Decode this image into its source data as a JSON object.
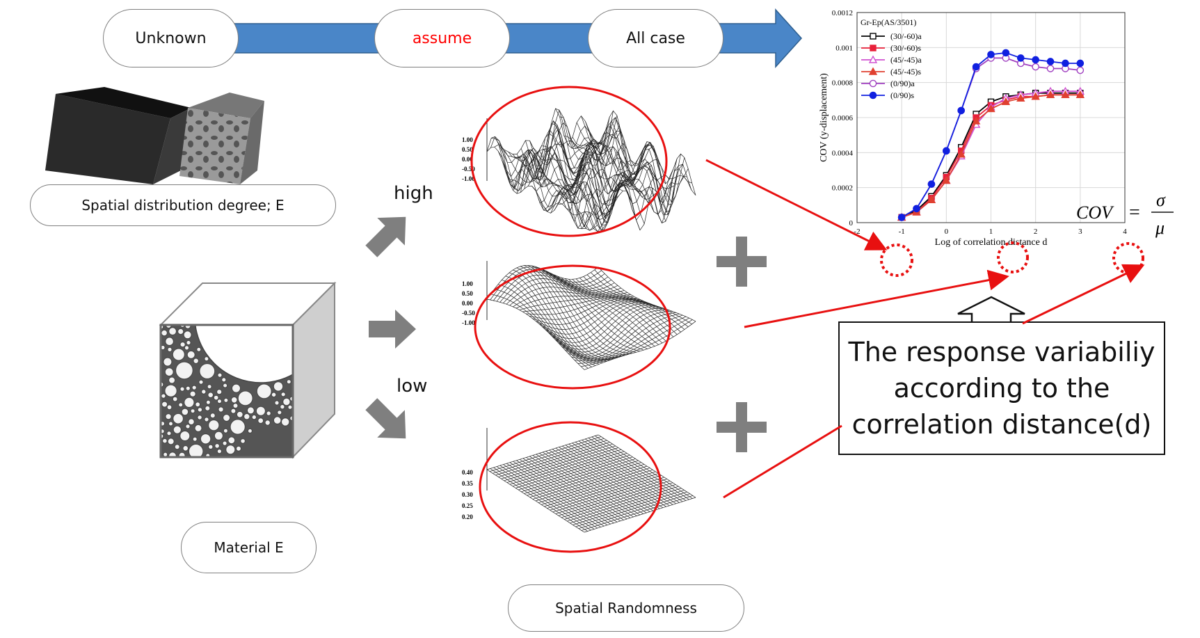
{
  "flow": {
    "unknown_label": "Unknown",
    "assume_label": "assume",
    "allcase_label": "All case",
    "arrow_color": "#4a86c8",
    "assume_color": "#ff0000"
  },
  "labels": {
    "spatial_distribution": "Spatial distribution degree; E",
    "material": "Material E",
    "spatial_randomness": "Spatial Randomness",
    "high": "high",
    "low": "low"
  },
  "callout": {
    "line1": "The response variabiliy",
    "line2": "according to the",
    "line3": "correlation distance(d)"
  },
  "formula": {
    "lhs": "COV",
    "eq": "=",
    "numerator": "σ",
    "denominator": "μ"
  },
  "surface_ticks": {
    "top": [
      "1.00",
      "0.50",
      "0.00",
      "-0.50",
      "-1.00"
    ],
    "middle": [
      "1.00",
      "0.50",
      "0.00",
      "-0.50",
      "-1.00"
    ],
    "bottom": [
      "0.40",
      "0.35",
      "0.30",
      "0.25",
      "0.20"
    ]
  },
  "annotation_color": "#ff0000",
  "chart_data": {
    "type": "line",
    "legend_title": "Gr-Ep(AS/3501)",
    "xlabel": "Log of correlation distance d",
    "ylabel": "COV (y-displacement)",
    "xlim": [
      -2,
      4
    ],
    "ylim": [
      0,
      0.0012
    ],
    "xticks": [
      -2,
      -1,
      0,
      1,
      2,
      3,
      4
    ],
    "yticks": [
      0,
      0.0002,
      0.0004,
      0.0006,
      0.0008,
      0.001,
      0.0012
    ],
    "xtick_labels": [
      "-2",
      "-1",
      "0",
      "1",
      "2",
      "3",
      "4"
    ],
    "ytick_labels": [
      "0",
      "0.0002",
      "0.0004",
      "0.0006",
      "0.0008",
      "0.001",
      "0.0012"
    ],
    "grid": true,
    "legend_position": "top-left",
    "x": [
      -1,
      -0.667,
      -0.333,
      0,
      0.333,
      0.667,
      1,
      1.333,
      1.667,
      2,
      2.333,
      2.667,
      3
    ],
    "series": [
      {
        "name": "(30/-60)a",
        "color": "#000000",
        "marker": "square-open",
        "values": [
          3e-05,
          7e-05,
          0.00015,
          0.00027,
          0.00043,
          0.00062,
          0.00069,
          0.00072,
          0.00073,
          0.00074,
          0.00074,
          0.00074,
          0.00074
        ]
      },
      {
        "name": "(30/-60)s",
        "color": "#e8203a",
        "marker": "square-filled",
        "values": [
          3e-05,
          6e-05,
          0.00014,
          0.00026,
          0.00041,
          0.0006,
          0.00067,
          0.0007,
          0.00072,
          0.00072,
          0.00073,
          0.00073,
          0.00073
        ]
      },
      {
        "name": "(45/-45)a",
        "color": "#d050d0",
        "marker": "triangle-open",
        "values": [
          3e-05,
          6e-05,
          0.00013,
          0.00024,
          0.00038,
          0.00056,
          0.00066,
          0.00071,
          0.00073,
          0.00074,
          0.00075,
          0.00075,
          0.00075
        ]
      },
      {
        "name": "(45/-45)s",
        "color": "#e04030",
        "marker": "triangle-filled",
        "values": [
          3e-05,
          6e-05,
          0.00013,
          0.00024,
          0.00039,
          0.00058,
          0.00065,
          0.00069,
          0.00071,
          0.00072,
          0.00073,
          0.00073,
          0.00073
        ]
      },
      {
        "name": "(0/90)a",
        "color": "#a040c0",
        "marker": "circle-open",
        "values": [
          3e-05,
          8e-05,
          0.00022,
          0.00041,
          0.00064,
          0.00088,
          0.00094,
          0.00094,
          0.00091,
          0.00089,
          0.00088,
          0.00088,
          0.00087
        ]
      },
      {
        "name": "(0/90)s",
        "color": "#1020e0",
        "marker": "circle-filled",
        "values": [
          3e-05,
          8e-05,
          0.00022,
          0.00041,
          0.00064,
          0.00089,
          0.00096,
          0.00097,
          0.00094,
          0.00093,
          0.00092,
          0.00091,
          0.00091
        ]
      }
    ]
  }
}
